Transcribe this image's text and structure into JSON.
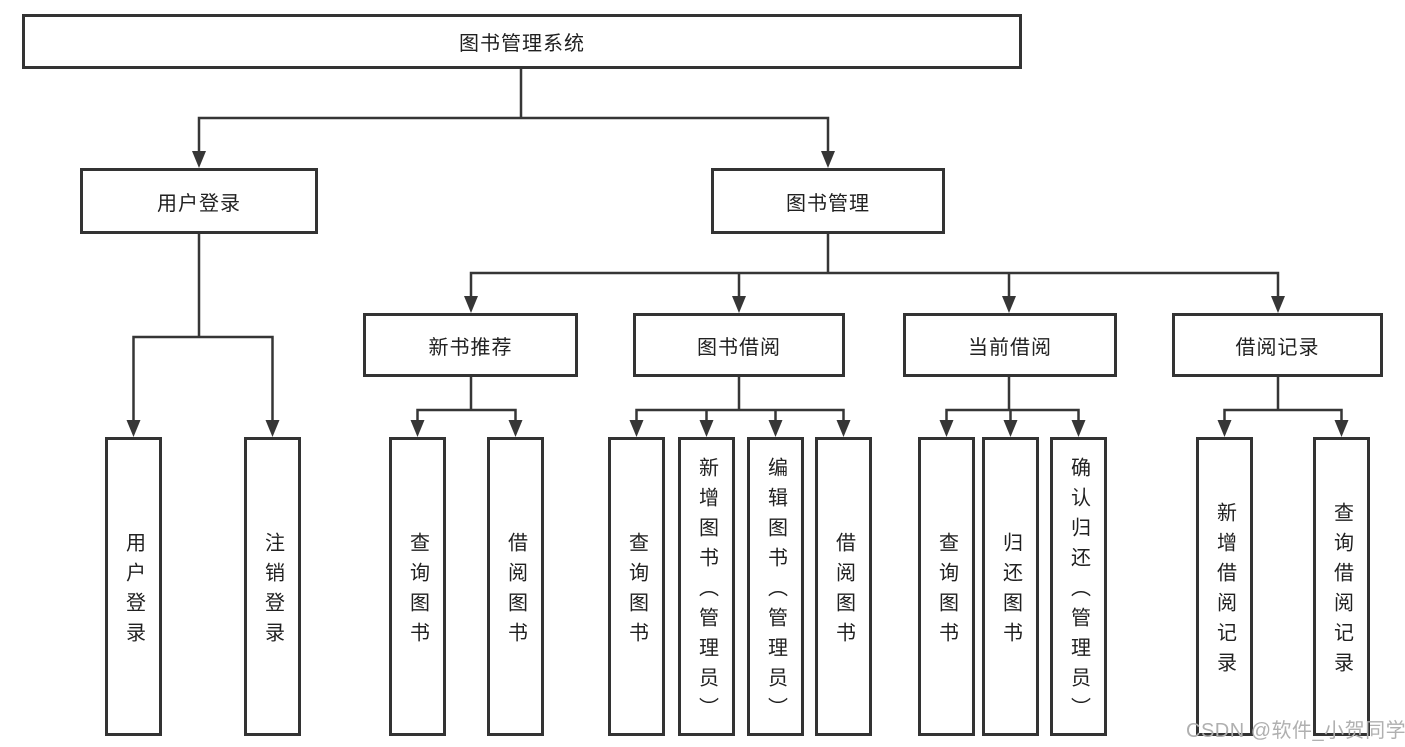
{
  "tree": {
    "label": "图书管理系统",
    "children": [
      {
        "label": "用户登录",
        "children": [
          {
            "label": "用户登录"
          },
          {
            "label": "注销登录"
          }
        ]
      },
      {
        "label": "图书管理",
        "children": [
          {
            "label": "新书推荐",
            "children": [
              {
                "label": "查询图书"
              },
              {
                "label": "借阅图书"
              }
            ]
          },
          {
            "label": "图书借阅",
            "children": [
              {
                "label": "查询图书"
              },
              {
                "label": "新增图书（管理员）"
              },
              {
                "label": "编辑图书（管理员）"
              },
              {
                "label": "借阅图书"
              }
            ]
          },
          {
            "label": "当前借阅",
            "children": [
              {
                "label": "查询图书"
              },
              {
                "label": "归还图书"
              },
              {
                "label": "确认归还（管理员）"
              }
            ]
          },
          {
            "label": "借阅记录",
            "children": [
              {
                "label": "新增借阅记录"
              },
              {
                "label": "查询借阅记录"
              }
            ]
          }
        ]
      }
    ]
  },
  "watermark": {
    "text": "CSDN @软件_小贺同学"
  },
  "colors": {
    "line": "#363636",
    "border": "#333333",
    "text": "#212121",
    "watermark_gray": "#b0b0b0"
  }
}
